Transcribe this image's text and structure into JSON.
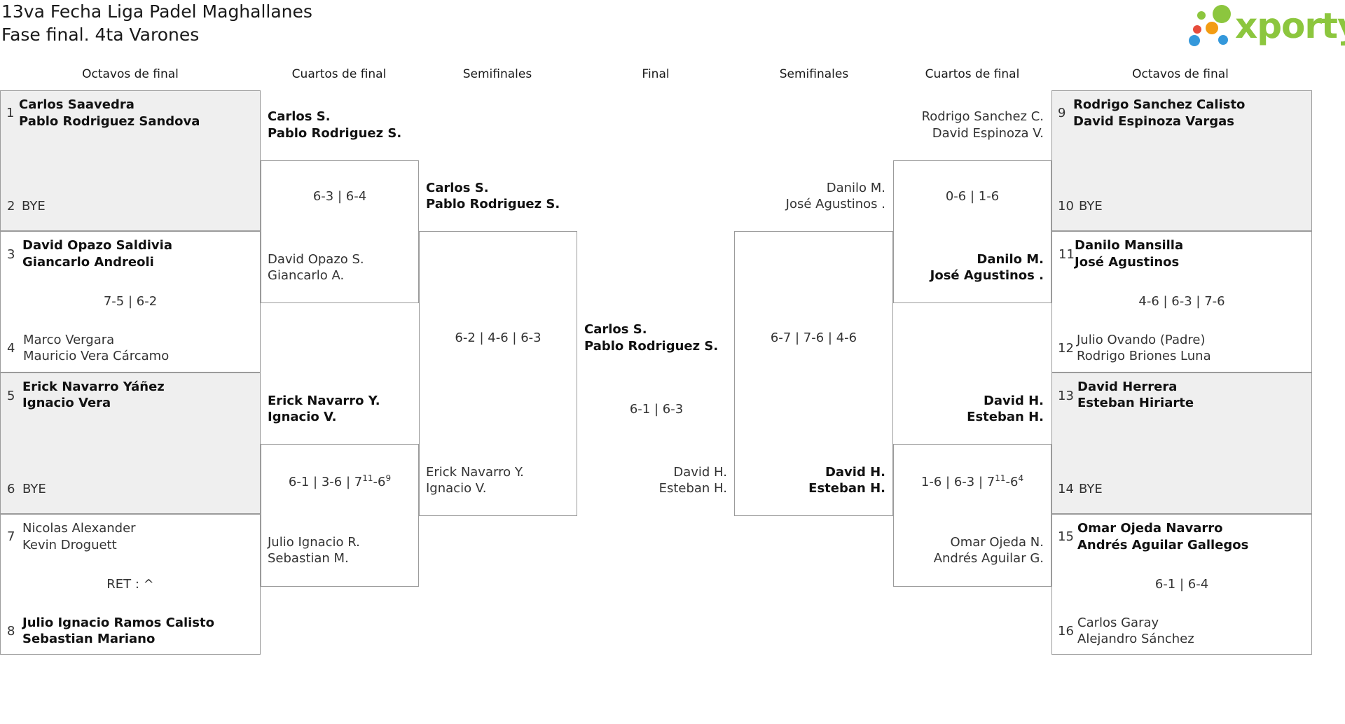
{
  "title": {
    "line1": "13va Fecha Liga Padel Maghallanes",
    "line2": "Fase final. 4ta Varones"
  },
  "brand": {
    "name": "xporty",
    "color": "#8cc63e",
    "dots": [
      "#8cc63e",
      "#f39c12",
      "#e74c3c",
      "#3498db"
    ]
  },
  "headers": {
    "r16_left": "Octavos de final",
    "qf_left": "Cuartos de final",
    "sf_left": "Semifinales",
    "final": "Final",
    "sf_right": "Semifinales",
    "qf_right": "Cuartos de final",
    "r16_right": "Octavos de final"
  },
  "colors": {
    "box_border": "#9b9b9b",
    "bye_fill": "#efefef",
    "text": "#333333",
    "brand": "#8cc63e"
  },
  "left": {
    "r16": [
      {
        "seed_a": "1",
        "a1": "Carlos Saavedra",
        "a2": "Pablo Rodriguez Sandova",
        "seed_b": "2",
        "b1": "BYE",
        "b2": "",
        "score": ""
      },
      {
        "seed_a": "3",
        "a1": "David Opazo Saldivia",
        "a2": "Giancarlo Andreoli",
        "seed_b": "4",
        "b1": "Marco Vergara",
        "b2": "Mauricio Vera Cárcamo",
        "score": "7-5 | 6-2"
      },
      {
        "seed_a": "5",
        "a1": "Erick Navarro Yáñez",
        "a2": "Ignacio Vera",
        "seed_b": "6",
        "b1": "BYE",
        "b2": "",
        "score": ""
      },
      {
        "seed_a": "7",
        "a1": "Nicolas Alexander",
        "a2": "Kevin Droguett",
        "seed_b": "8",
        "b1": "Julio Ignacio Ramos Calisto",
        "b2": "Sebastian Mariano",
        "score": "RET : ^"
      }
    ],
    "qf": [
      {
        "a1": "Carlos S.",
        "a2": "Pablo Rodriguez S.",
        "b1": "David Opazo S.",
        "b2": "Giancarlo A.",
        "score": "6-3 | 6-4"
      },
      {
        "a1": "Erick Navarro Y.",
        "a2": "Ignacio V.",
        "b1": "Julio Ignacio R.",
        "b2": "Sebastian M.",
        "score_main": "6-1 | 3-6 | 7",
        "sup1": "11",
        "score_mid": "-6",
        "sup2": "9"
      }
    ],
    "sf": {
      "a1": "Carlos S.",
      "a2": "Pablo Rodriguez S.",
      "b1": "Erick Navarro Y.",
      "b2": "Ignacio V.",
      "score": "6-2 | 4-6 | 6-3"
    }
  },
  "final": {
    "a1": "Carlos S.",
    "a2": "Pablo Rodriguez S.",
    "b1": "David H.",
    "b2": "Esteban H.",
    "score": "6-1 | 6-3"
  },
  "right": {
    "r16": [
      {
        "seed_a": "9",
        "a1": "Rodrigo Sanchez Calisto",
        "a2": "David Espinoza Vargas",
        "seed_b": "10",
        "b1": "BYE",
        "b2": "",
        "score": ""
      },
      {
        "seed_a": "11",
        "a1": "Danilo Mansilla",
        "a2": "José Agustinos",
        "seed_b": "12",
        "b1": "Julio Ovando (Padre)",
        "b2": "Rodrigo Briones Luna",
        "score": "4-6 | 6-3 | 7-6"
      },
      {
        "seed_a": "13",
        "a1": "David Herrera",
        "a2": "Esteban Hiriarte",
        "seed_b": "14",
        "b1": "BYE",
        "b2": "",
        "score": ""
      },
      {
        "seed_a": "15",
        "a1": "Omar Ojeda Navarro",
        "a2": "Andrés Aguilar Gallegos",
        "seed_b": "16",
        "b1": "Carlos Garay",
        "b2": "Alejandro Sánchez",
        "score": "6-1 | 6-4"
      }
    ],
    "qf": [
      {
        "a1": "Rodrigo Sanchez C.",
        "a2": "David Espinoza V.",
        "b1": "Danilo M.",
        "b2": "José Agustinos .",
        "score": "0-6 | 1-6"
      },
      {
        "a1": "David H.",
        "a2": "Esteban H.",
        "b1": "Omar Ojeda N.",
        "b2": "Andrés Aguilar G.",
        "score_main": "1-6 | 6-3 | 7",
        "sup1": "11",
        "score_mid": "-6",
        "sup2": "4"
      }
    ],
    "sf": {
      "a1": "Danilo M.",
      "a2": "José Agustinos .",
      "b1": "David H.",
      "b2": "Esteban H.",
      "score": "6-7 | 7-6 | 4-6"
    }
  }
}
